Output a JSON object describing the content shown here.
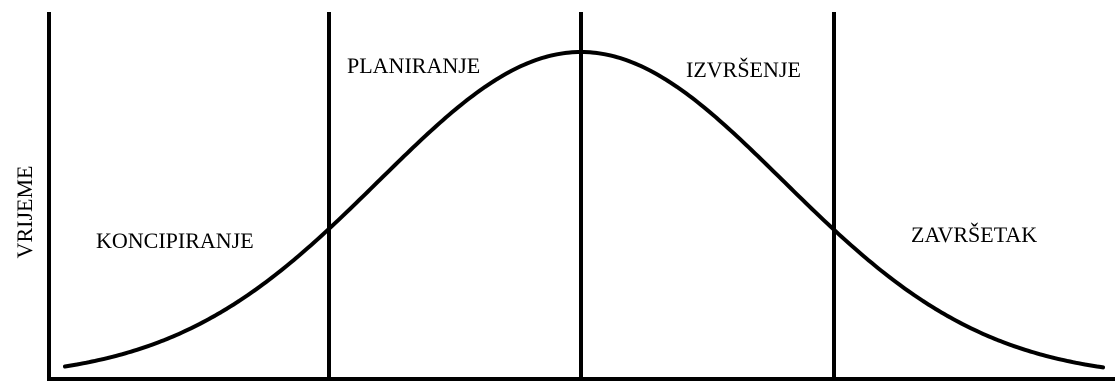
{
  "diagram": {
    "y_axis_label": "VRIJEME",
    "phases": [
      {
        "id": "koncipiranje",
        "label": "KONCIPIRANJE"
      },
      {
        "id": "planiranje",
        "label": "PLANIRANJE"
      },
      {
        "id": "izvrsenje",
        "label": "IZVRŠENJE"
      },
      {
        "id": "zavrsetak",
        "label": "ZAVRŠETAK"
      }
    ],
    "curve": "bell-curve",
    "line_color": "#000000"
  }
}
